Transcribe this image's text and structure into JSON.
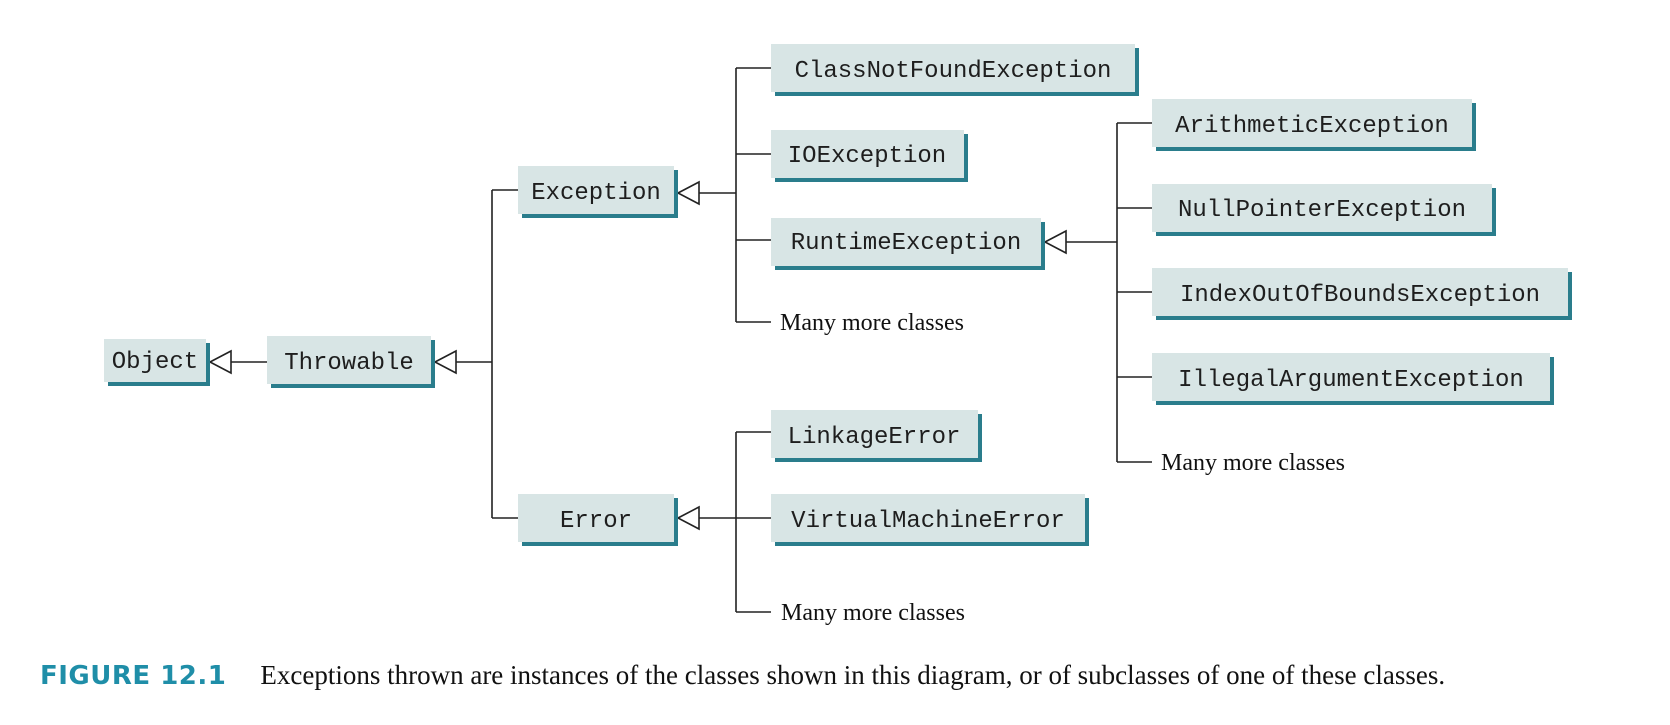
{
  "nodes": {
    "object": "Object",
    "throwable": "Throwable",
    "exception": "Exception",
    "error": "Error",
    "class_not_found": "ClassNotFoundException",
    "io_exception": "IOException",
    "runtime_exception": "RuntimeException",
    "linkage_error": "LinkageError",
    "virtual_machine_error": "VirtualMachineError",
    "arithmetic": "ArithmeticException",
    "null_pointer": "NullPointerException",
    "index_out_of_bounds": "IndexOutOfBoundsException",
    "illegal_argument": "IllegalArgumentException"
  },
  "notes": {
    "exception_more": "Many more classes",
    "runtime_more": "Many more classes",
    "error_more": "Many more classes"
  },
  "caption": {
    "label": "FIGURE 12.1",
    "text": "Exceptions thrown are instances of the classes shown in this diagram, or of subclasses of one of these classes."
  },
  "colors": {
    "box_fill": "#d8e5e5",
    "box_shadow": "#2a7d8c",
    "line": "#222222",
    "caption_label": "#1f8ea8"
  }
}
